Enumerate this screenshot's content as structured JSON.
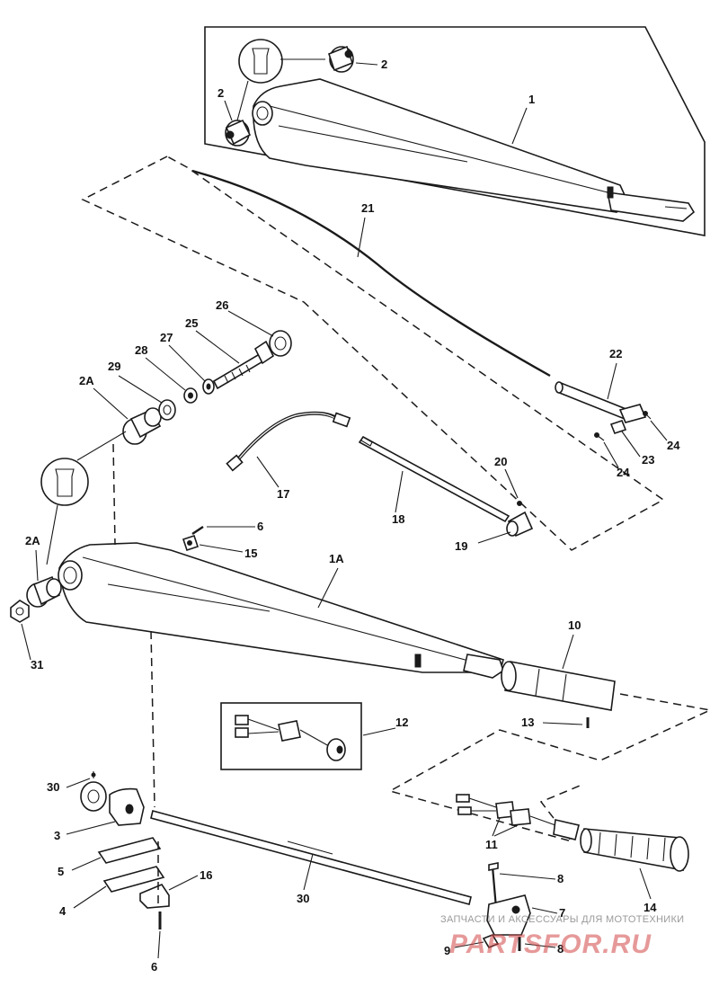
{
  "callouts": {
    "n1": "1",
    "n2a": "2",
    "n2b": "2",
    "n1a": "1A",
    "n2a_top": "2A",
    "n2a_bottom": "2A",
    "n3": "3",
    "n4": "4",
    "n5": "5",
    "n6a": "6",
    "n6b": "6",
    "n7": "7",
    "n8a": "8",
    "n8b": "8",
    "n9": "9",
    "n10": "10",
    "n11": "11",
    "n12": "12",
    "n13": "13",
    "n14": "14",
    "n15": "15",
    "n16": "16",
    "n17": "17",
    "n18": "18",
    "n19": "19",
    "n20": "20",
    "n21": "21",
    "n22": "22",
    "n23": "23",
    "n24a": "24",
    "n24b": "24",
    "n25": "25",
    "n26": "26",
    "n27": "27",
    "n28": "28",
    "n29": "29",
    "n30a": "30",
    "n30b": "30",
    "n31": "31"
  },
  "watermark": {
    "caption": "ЗАПЧАСТИ И АКСЕССУАРЫ ДЛЯ МОТОТЕХНИКИ",
    "brand": "PARTSFOR.RU"
  }
}
